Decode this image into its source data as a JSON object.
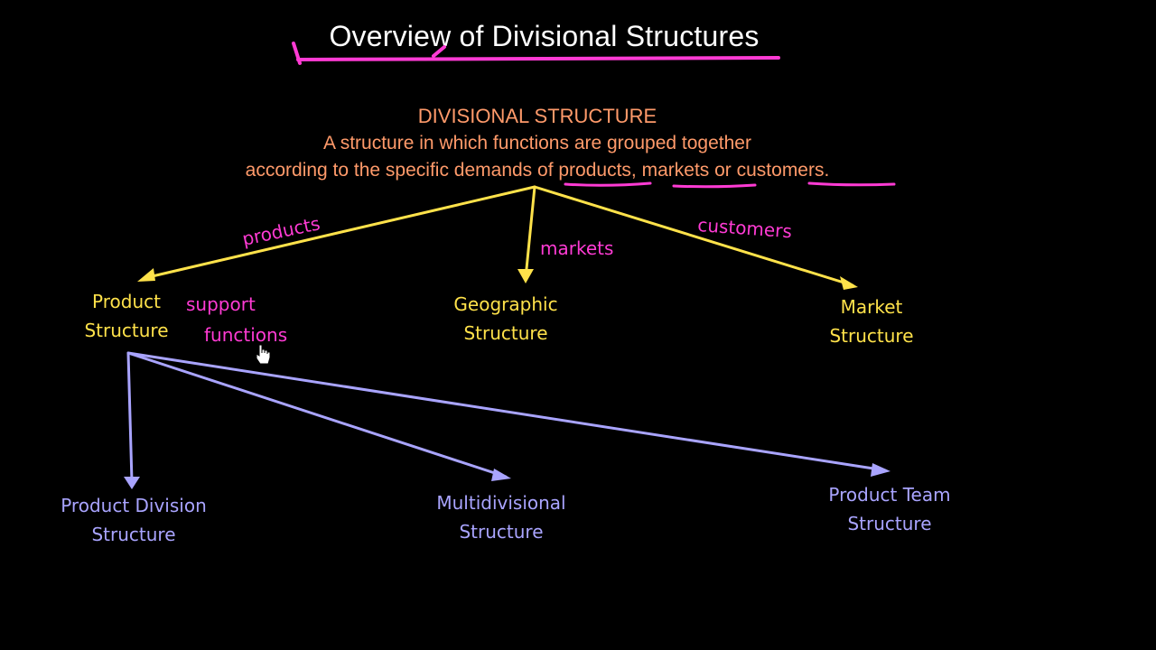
{
  "title": "Overview of Divisional Structures",
  "definition": {
    "heading": "DIVISIONAL STRUCTURE",
    "line1": "A structure in which functions are grouped together",
    "line2_prefix": "according to the specific demands of ",
    "products": "products",
    "comma": ", ",
    "markets": "markets",
    "or": " or ",
    "customers": "customers",
    "period": "."
  },
  "nodes": {
    "product_structure": {
      "line1": "Product",
      "line2": "Structure"
    },
    "geographic_structure": {
      "line1": "Geographic",
      "line2": "Structure"
    },
    "market_structure": {
      "line1": "Market",
      "line2": "Structure"
    },
    "product_division_structure": {
      "line1": "Product Division",
      "line2": "Structure"
    },
    "multidivisional_structure": {
      "line1": "Multidivisional",
      "line2": "Structure"
    },
    "product_team_structure": {
      "line1": "Product Team",
      "line2": "Structure"
    }
  },
  "annotations": {
    "products": "products",
    "markets": "markets",
    "customers": "customers",
    "support": "support",
    "functions": "functions"
  },
  "colors": {
    "background": "#000000",
    "title": "#ffffff",
    "definition": "#ff9a6a",
    "pen_magenta": "#ff3bd4",
    "pen_yellow": "#ffe24a",
    "pen_purple": "#a9a4ff"
  },
  "icons": {
    "cursor": "hand-pointer-icon"
  }
}
